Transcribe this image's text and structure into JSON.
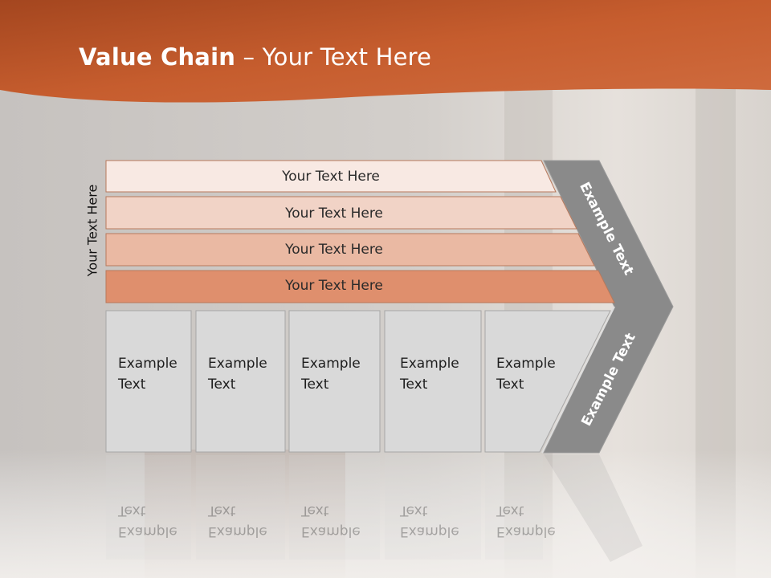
{
  "slide": {
    "title_bold": "Value Chain",
    "title_rest": " – Your Text Here",
    "side_label": "Your Text Here",
    "bands": [
      {
        "label": "Your Text Here",
        "color": "#f8e9e3"
      },
      {
        "label": "Your Text Here",
        "color": "#f1d3c6"
      },
      {
        "label": "Your Text Here",
        "color": "#eab9a3"
      },
      {
        "label": "Your Text Here",
        "color": "#df8f6d"
      }
    ],
    "columns": [
      {
        "line1": "Example",
        "line2": "Text"
      },
      {
        "line1": "Example",
        "line2": "Text"
      },
      {
        "line1": "Example",
        "line2": "Text"
      },
      {
        "line1": "Example",
        "line2": "Text"
      },
      {
        "line1": "Example",
        "line2": "Text"
      }
    ],
    "chevron_top_label": "Example Text",
    "chevron_bottom_label": "Example Text"
  },
  "colors": {
    "header_accent": "#c7602f",
    "chevron": "#8c8c8c",
    "column_fill": "#d9d9d9"
  }
}
